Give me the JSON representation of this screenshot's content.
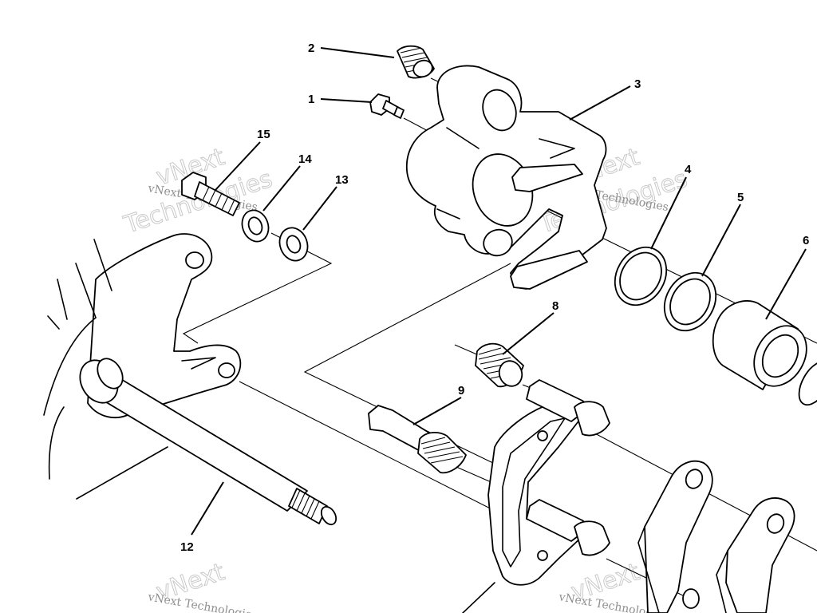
{
  "diagram": {
    "callouts": [
      {
        "id": "c1",
        "label": "1"
      },
      {
        "id": "c2",
        "label": "2"
      },
      {
        "id": "c3",
        "label": "3"
      },
      {
        "id": "c4",
        "label": "4"
      },
      {
        "id": "c5",
        "label": "5"
      },
      {
        "id": "c6",
        "label": "6"
      },
      {
        "id": "c8",
        "label": "8"
      },
      {
        "id": "c9",
        "label": "9"
      },
      {
        "id": "c12",
        "label": "12"
      },
      {
        "id": "c13",
        "label": "13"
      },
      {
        "id": "c14",
        "label": "14"
      },
      {
        "id": "c15",
        "label": "15"
      }
    ],
    "watermark": {
      "brand": "vNext",
      "company": "Technologies",
      "full": "vNext Technologies"
    }
  }
}
